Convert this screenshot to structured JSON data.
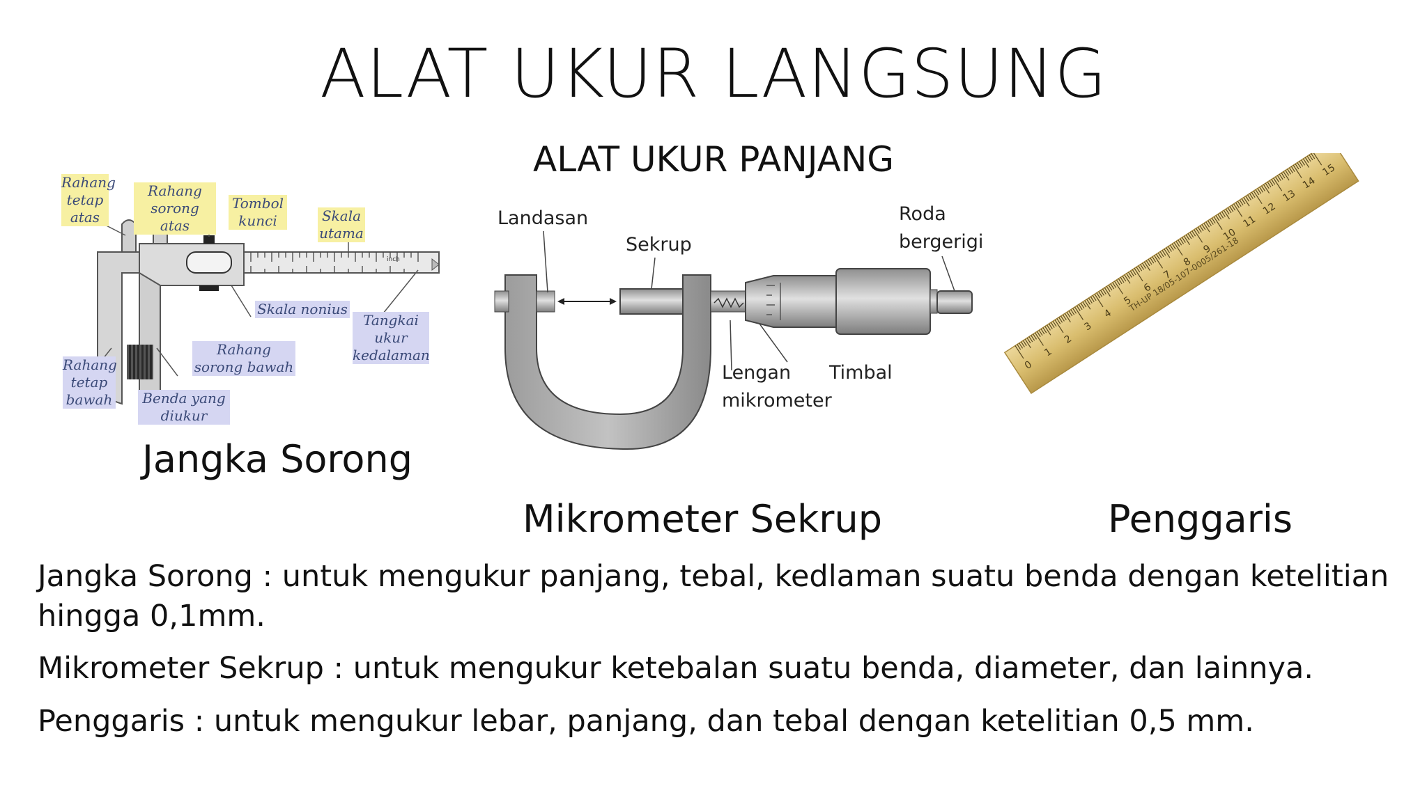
{
  "slide": {
    "title": "ALAT UKUR LANGSUNG",
    "subtitle": "ALAT UKUR PANJANG"
  },
  "caliper": {
    "caption": "Jangka Sorong",
    "labels": {
      "rahang_tetap_atas": "Rahang tetap atas",
      "rahang_sorong_atas": "Rahang sorong atas",
      "tombol_kunci": "Tombol kunci",
      "skala_utama": "Skala utama",
      "skala_nonius": "Skala nonius",
      "tangkai_ukur": "Tangkai ukur kedalaman",
      "rahang_tetap_bawah": "Rahang tetap bawah",
      "rahang_sorong_bawah": "Rahang sorong bawah",
      "benda_diukur": "Benda yang diukur",
      "scale_inch": "inch"
    }
  },
  "micrometer": {
    "caption": "Mikrometer Sekrup",
    "labels": {
      "landasan": "Landasan",
      "sekrup": "Sekrup",
      "roda": "Roda",
      "bergerigi": "bergerigi",
      "lengan": "Lengan",
      "mikrometer": "mikrometer",
      "timbal": "Timbal"
    }
  },
  "ruler": {
    "caption": "Penggaris",
    "numbers": [
      "0",
      "1",
      "2",
      "3",
      "4",
      "5",
      "6",
      "7",
      "8",
      "9",
      "10",
      "11",
      "12",
      "13",
      "14",
      "15"
    ],
    "imprint": "TH-UP 18/05-107-0005/261-18"
  },
  "descriptions": {
    "caliper_line1": "Jangka Sorong : untuk mengukur panjang, tebal, kedlaman suatu benda dengan ketelitian",
    "caliper_line2": "hingga 0,1mm.",
    "micrometer": "Mikrometer Sekrup : untuk mengukur ketebalan suatu benda, diameter, dan lainnya.",
    "ruler": "Penggaris : untuk mengukur lebar, panjang, dan tebal dengan ketelitian 0,5 mm."
  }
}
